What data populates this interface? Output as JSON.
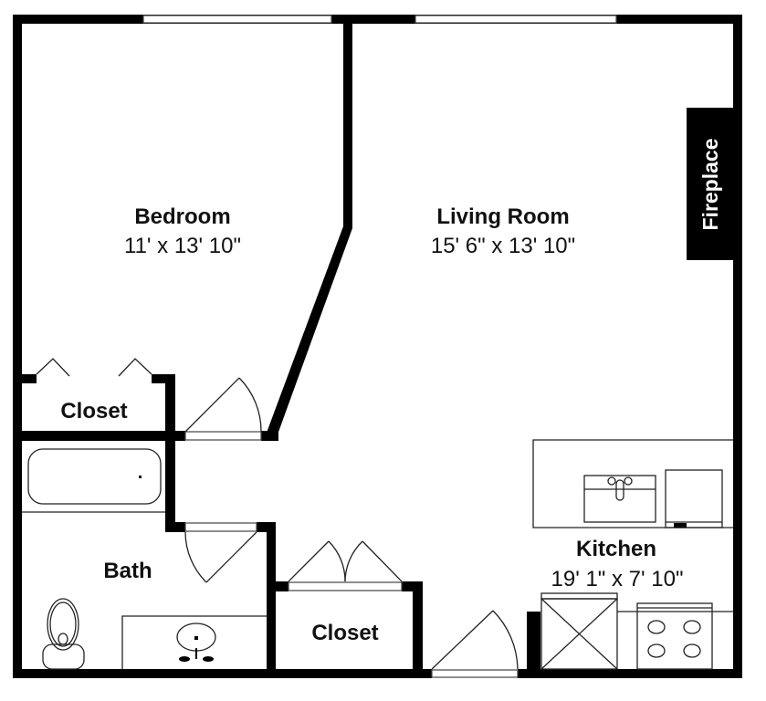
{
  "rooms": {
    "bedroom": {
      "name": "Bedroom",
      "dimensions": "11' x 13' 10\""
    },
    "living_room": {
      "name": "Living Room",
      "dimensions": "15' 6\" x 13' 10\""
    },
    "bedroom_closet": {
      "name": "Closet"
    },
    "bath": {
      "name": "Bath"
    },
    "hall_closet": {
      "name": "Closet"
    },
    "kitchen": {
      "name": "Kitchen",
      "dimensions": "19' 1\" x 7' 10\""
    }
  },
  "fixtures": {
    "fireplace": {
      "name": "Fireplace",
      "color": "#000000"
    }
  },
  "colors": {
    "wall": "#000000",
    "background": "#ffffff"
  }
}
